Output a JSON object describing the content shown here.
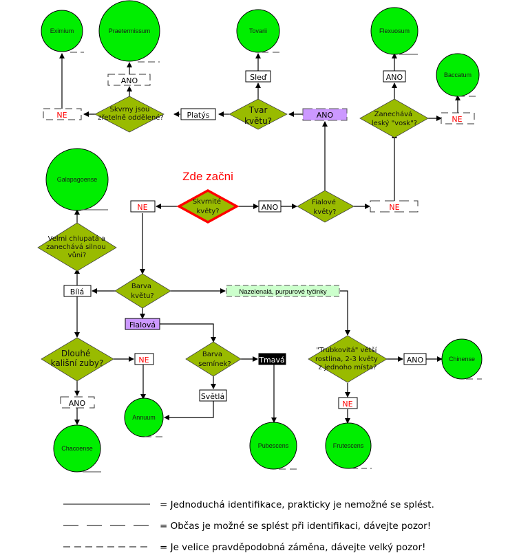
{
  "start_label": "Zde začni",
  "colors": {
    "leaf_fill": "#00ee00",
    "question_fill": "#99bb00",
    "start_border": "#ff0000",
    "violet_box": "#cc99ff",
    "light_green_box": "#ccffcc",
    "dark_box": "#000000",
    "no_text": "#ff0000"
  },
  "questions": {
    "spotted_flowers": "Skvrnité|květy?",
    "flower_shape": "Tvar|květu?",
    "spots_separated": "Skvrny jsou|zřetelně oddělené?",
    "waxy": "Zanechává|leský \"vosk\"?",
    "violet_flowers": "Fialové|květy?",
    "hairy": "Velmi chlupatá a|zanechává silnou|vůni?",
    "flower_color": "Barva|květu?",
    "long_teeth": "Dlouhé|kališní zuby?",
    "seed_color": "Barva|semínek?",
    "tubular": "\"Trubkovitá\" větší|rostlina, 2-3 květy|z jednoho místa?"
  },
  "labels": {
    "yes": "ANO",
    "no": "NE",
    "plate": "Platýs",
    "row": "Sleď",
    "white": "Bílá",
    "violet": "Fialová",
    "greenish": "Nazelenalá, purpurové tyčinky",
    "dark": "Tmavá",
    "light": "Světlá"
  },
  "species": {
    "eximium": "Eximium",
    "praetermissum": "Praetermissum",
    "tovarii": "Tovarii",
    "flexuosum": "Flexuosum",
    "baccatum": "Baccatum",
    "galapagoense": "Galapagoense",
    "annuum": "Annuum",
    "chacoense": "Chacoense",
    "pubescens": "Pubescens",
    "frutescens": "Frutescens",
    "chinense": "Chinense"
  },
  "legend": [
    {
      "style": "solid",
      "text": "=  Jednoduchá identifikace, prakticky je nemožné se splést."
    },
    {
      "style": "long-dash",
      "text": "= Občas je možné se splést při identifikaci, dávejte pozor!"
    },
    {
      "style": "short-dash",
      "text": "= Je velice pravděpodobná záměna, dávejte velký pozor!"
    }
  ]
}
